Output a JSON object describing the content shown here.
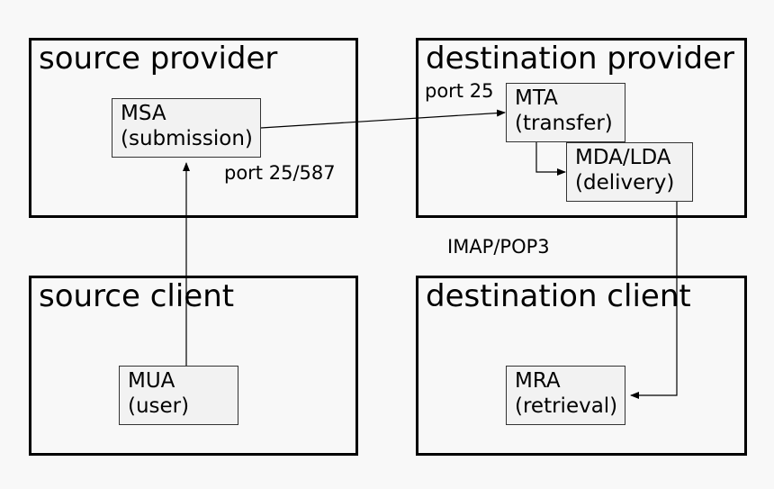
{
  "regions": {
    "source_provider": "source provider",
    "destination_provider": "destination provider",
    "source_client": "source client",
    "destination_client": "destination client"
  },
  "agents": {
    "msa": {
      "name": "MSA",
      "role": "(submission)"
    },
    "mta": {
      "name": "MTA",
      "role": "(transfer)"
    },
    "mda": {
      "name": "MDA/LDA",
      "role": "(delivery)"
    },
    "mua": {
      "name": "MUA",
      "role": "(user)"
    },
    "mra": {
      "name": "MRA",
      "role": "(retrieval)"
    }
  },
  "labels": {
    "port_25_587": "port 25/587",
    "port_25": "port 25",
    "imap_pop3": "IMAP/POP3"
  },
  "colors": {
    "background": "#f8f8f8",
    "box_fill": "#f2f2f2",
    "stroke": "#000000"
  }
}
